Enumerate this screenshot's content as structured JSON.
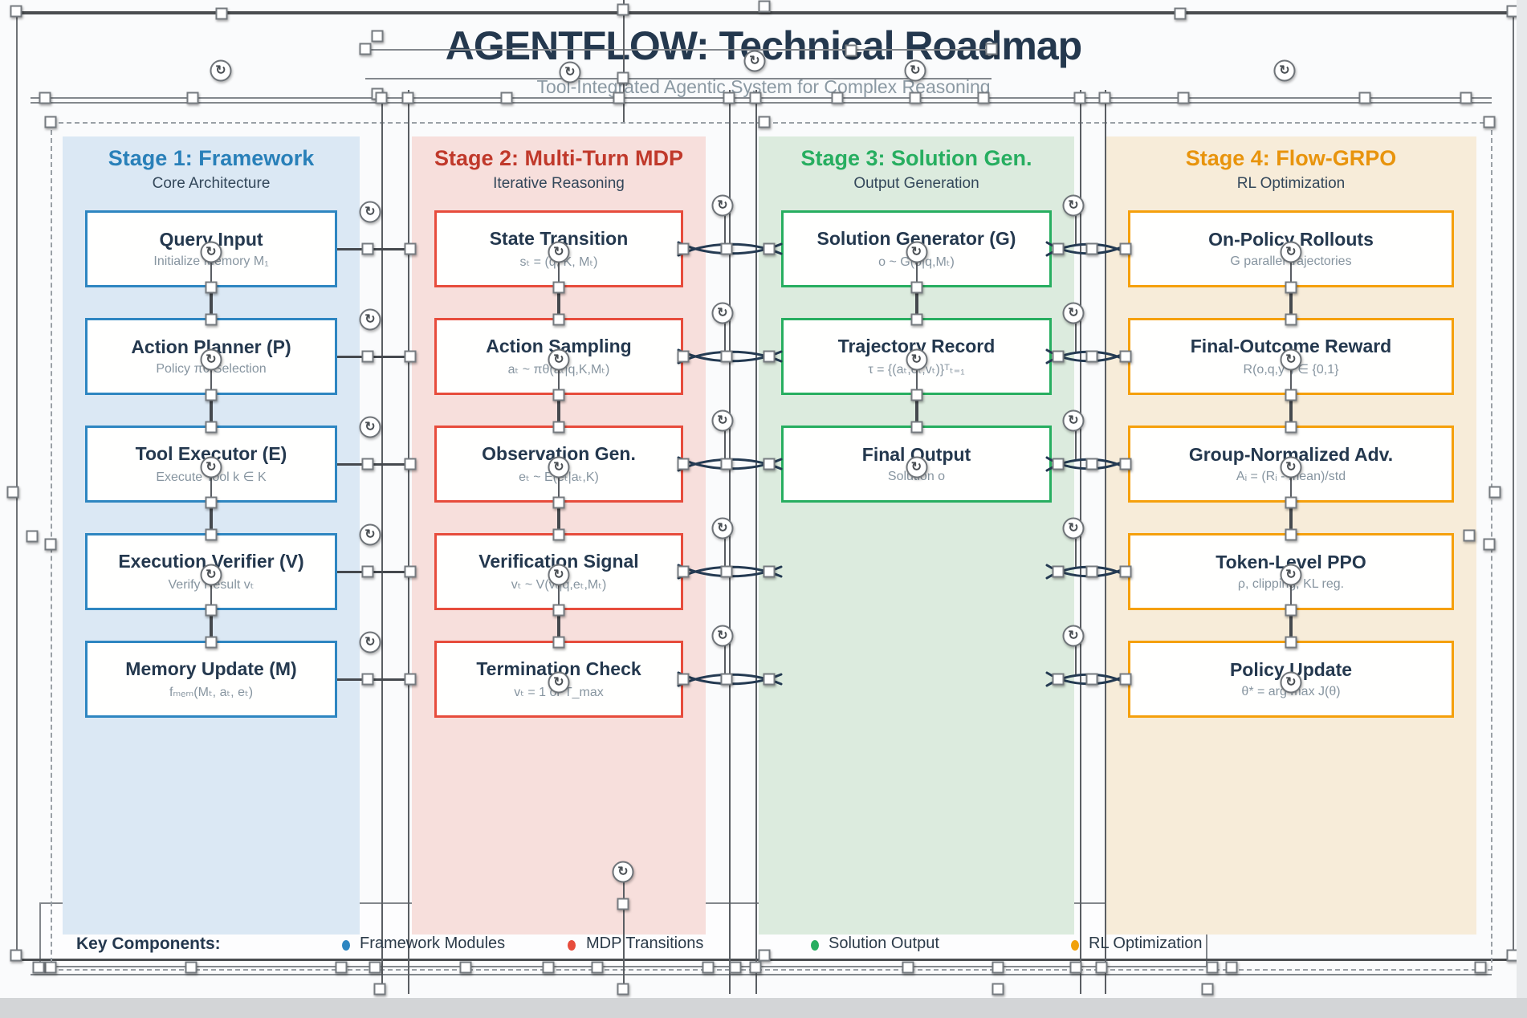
{
  "title": "AGENTFLOW: Technical Roadmap",
  "subtitle": "Tool-Integrated Agentic System for Complex Reasoning",
  "stages": [
    {
      "label": "Stage 1: Framework",
      "sublabel": "Core Architecture",
      "accent": "#2980b9",
      "panel_bg": "#dbe8f4",
      "box_border": "#2e86c1",
      "boxes": [
        {
          "title": "Query Input",
          "formula": "Initialize Memory M₁"
        },
        {
          "title": "Action Planner (P)",
          "formula": "Policy πθ Selection"
        },
        {
          "title": "Tool Executor (E)",
          "formula": "Execute Tool k ∈ K"
        },
        {
          "title": "Execution Verifier (V)",
          "formula": "Verify Result vₜ"
        },
        {
          "title": "Memory Update (M)",
          "formula": "fₘₑₘ(Mₜ, aₜ, eₜ)"
        }
      ]
    },
    {
      "label": "Stage 2: Multi-Turn MDP",
      "sublabel": "Iterative Reasoning",
      "accent": "#c0392b",
      "panel_bg": "#f7dfdc",
      "box_border": "#e74c3c",
      "boxes": [
        {
          "title": "State Transition",
          "formula": "sₜ = (q, K, Mₜ)"
        },
        {
          "title": "Action Sampling",
          "formula": "aₜ ~ πθ(aₜ|q,K,Mₜ)"
        },
        {
          "title": "Observation Gen.",
          "formula": "eₜ ~ E(eₜ|aₜ,K)"
        },
        {
          "title": "Verification Signal",
          "formula": "vₜ ~ V(vₜ|q,eₜ,Mₜ)"
        },
        {
          "title": "Termination Check",
          "formula": "vₜ = 1 or T_max"
        }
      ]
    },
    {
      "label": "Stage 3: Solution Gen.",
      "sublabel": "Output Generation",
      "accent": "#27ae60",
      "panel_bg": "#dcebde",
      "box_border": "#27ae60",
      "boxes": [
        {
          "title": "Solution Generator (G)",
          "formula": "o ~ G(o|q,Mₜ)"
        },
        {
          "title": "Trajectory Record",
          "formula": "τ = {(aₜ,eₜ,vₜ)}ᵀₜ₌₁"
        },
        {
          "title": "Final Output",
          "formula": "Solution o"
        }
      ]
    },
    {
      "label": "Stage 4: Flow-GRPO",
      "sublabel": "RL Optimization",
      "accent": "#e8940d",
      "panel_bg": "#f7ecd9",
      "box_border": "#f5a00c",
      "boxes": [
        {
          "title": "On-Policy Rollouts",
          "formula": "G parallel trajectories"
        },
        {
          "title": "Final-Outcome Reward",
          "formula": "R(o,q,y*) ∈ {0,1}"
        },
        {
          "title": "Group-Normalized Adv.",
          "formula": "Aᵢ = (Rᵢ - mean)/std"
        },
        {
          "title": "Token-Level PPO",
          "formula": "ρ, clipping, KL reg."
        },
        {
          "title": "Policy Update",
          "formula": "θ* = arg max J(θ)"
        }
      ]
    }
  ],
  "legend": {
    "label": "Key Components:",
    "items": [
      {
        "label": "Framework Modules",
        "color": "#2e86c1"
      },
      {
        "label": "MDP Transitions",
        "color": "#e74c3c"
      },
      {
        "label": "Solution Output",
        "color": "#27ae60"
      },
      {
        "label": "RL Optimization",
        "color": "#f1a10a"
      }
    ]
  },
  "selection": {
    "rotation_glyph": "↻"
  }
}
